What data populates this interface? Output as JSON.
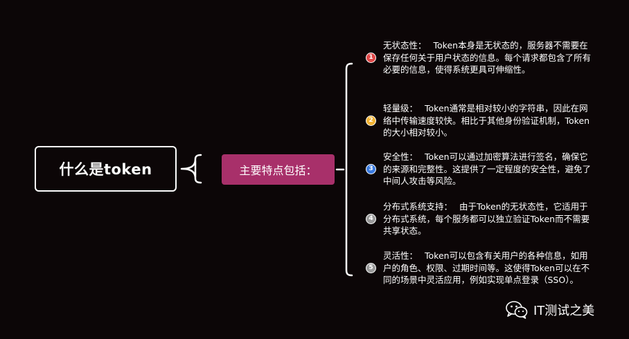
{
  "root": {
    "label": "什么是token"
  },
  "hub": {
    "label": "主要特点包括："
  },
  "items": [
    {
      "num": "1",
      "color": "#e04848",
      "head": "无状态性：",
      "body": "Token本身是无状态的，服务器不需要在保存任何关于用户状态的信息。每个请求都包含了所有必要的信息，使得系统更具可伸缩性。"
    },
    {
      "num": "2",
      "color": "#f2b233",
      "head": "轻量级：",
      "body": "Token通常是相对较小的字符串，因此在网络中传输速度较快。相比于其他身份验证机制，Token的大小相对较小。"
    },
    {
      "num": "3",
      "color": "#3b7be0",
      "head": "安全性：",
      "body": "Token可以通过加密算法进行签名，确保它的来源和完整性。这提供了一定程度的安全性，避免了中间人攻击等风险。"
    },
    {
      "num": "4",
      "color": "#9a9a9a",
      "head": "分布式系统支持：",
      "body": "由于Token的无状态性，它适用于分布式系统，每个服务都可以独立验证Token而不需要共享状态。"
    },
    {
      "num": "5",
      "color": "#9a9a9a",
      "head": "灵活性：",
      "body": "Token可以包含有关用户的各种信息，如用户的角色、权限、过期时间等。这使得Token可以在不同的场景中灵活应用，例如实现单点登录（SSO）。"
    }
  ],
  "watermark": {
    "text": "IT测试之美",
    "icon": "wechat-icon"
  }
}
